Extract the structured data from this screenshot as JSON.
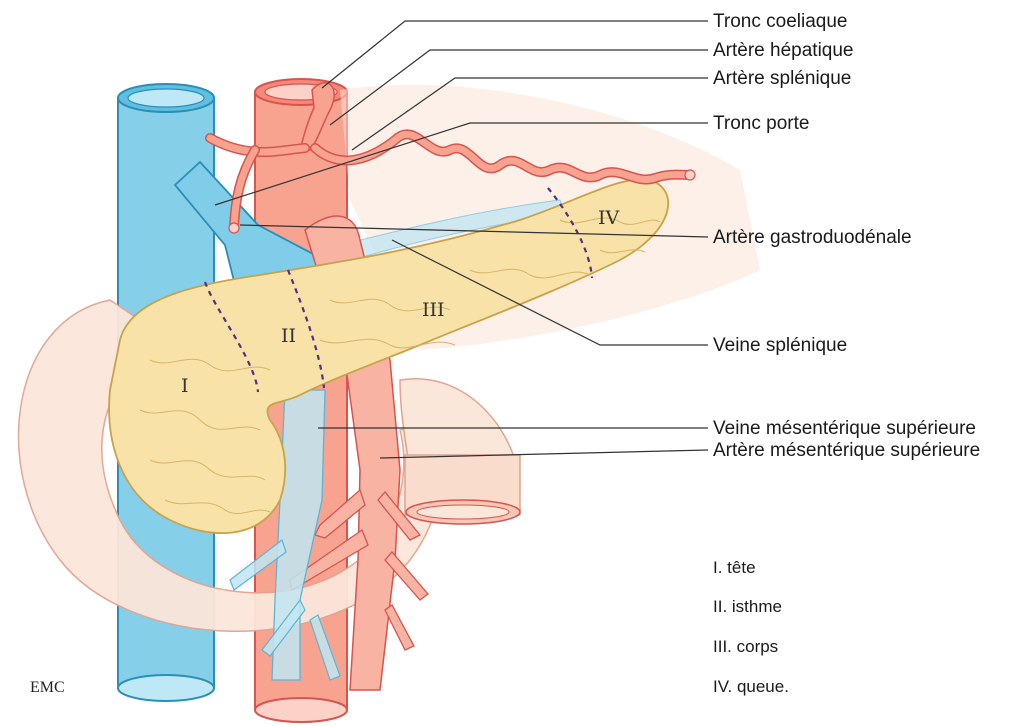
{
  "labels": {
    "tronc_coeliaque": "Tronc coeliaque",
    "artere_hepatique": "Artère hépatique",
    "artere_splenique": "Artère splénique",
    "tronc_porte": "Tronc porte",
    "artere_gastroduodenale": "Artère gastroduodénale",
    "veine_splenique": "Veine splénique",
    "veine_mesenterique_sup": "Veine mésentérique supérieure",
    "artere_mesenterique_sup": "Artère mésentérique supérieure"
  },
  "segments": {
    "head": "I",
    "isthmus": "II",
    "body": "III",
    "tail": "IV"
  },
  "legend": {
    "item1": "I. tête",
    "item2": "II. isthme",
    "item3": "III. corps",
    "item4": "IV. queue."
  },
  "watermark": "EMC",
  "colors": {
    "vein": "#7fcde8",
    "artery": "#f7a38f",
    "pancreas": "#f8e2a8",
    "duodenum": "#fbe6da"
  }
}
